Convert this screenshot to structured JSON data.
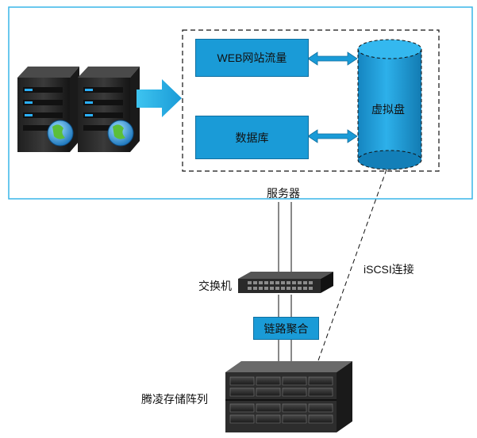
{
  "diagram": {
    "web_traffic": "WEB网站流量",
    "database": "数据库",
    "virtual_disk": "虚拟盘",
    "server_label": "服务器",
    "iscsi_label": "iSCSI连接",
    "switch_label": "交换机",
    "link_aggregation": "链路聚合",
    "storage_label": "腾凌存储阵列"
  },
  "colors": {
    "accent_blue": "#1a9bd7",
    "frame_border": "#39b5e8",
    "dark_hardware": "#2b2b2b"
  }
}
